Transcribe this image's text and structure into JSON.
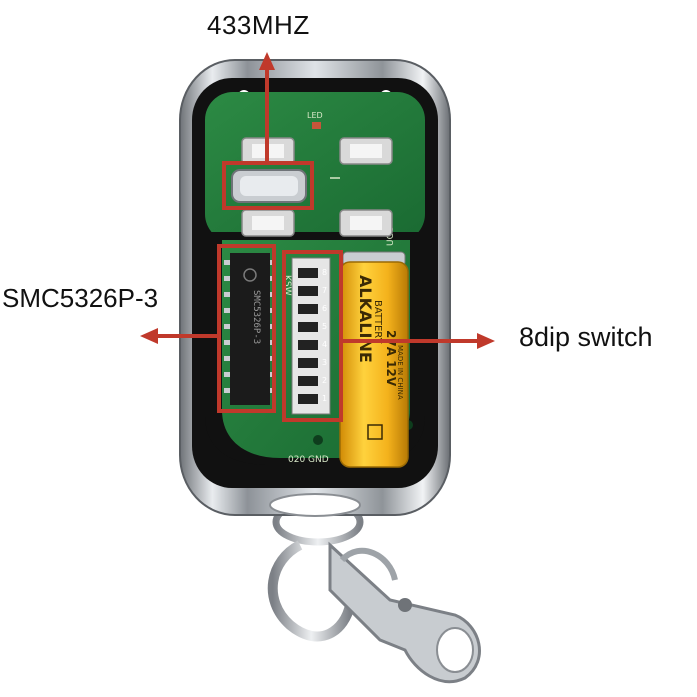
{
  "labels": {
    "frequency": "433MHZ",
    "chip": "SMC5326P-3",
    "dip_switch": "8dip switch"
  },
  "board_markings": {
    "led": "LED",
    "ksw": "KSW",
    "ucc": "UCC",
    "gnd": "020 GND",
    "chip_text": "SMC5326P-3",
    "battery_brand": "ALKALINE",
    "battery_type": "BATTERY",
    "battery_model": "27A 12V",
    "battery_origin": "MADE IN CHINA",
    "dip_numbers": [
      "1",
      "2",
      "3",
      "4",
      "5",
      "6",
      "7",
      "8"
    ]
  },
  "colors": {
    "annotation": "#c0392b",
    "pcb": "#1f7a3a",
    "battery": "#f2b01e",
    "case_metal": "#b9bdc2"
  }
}
